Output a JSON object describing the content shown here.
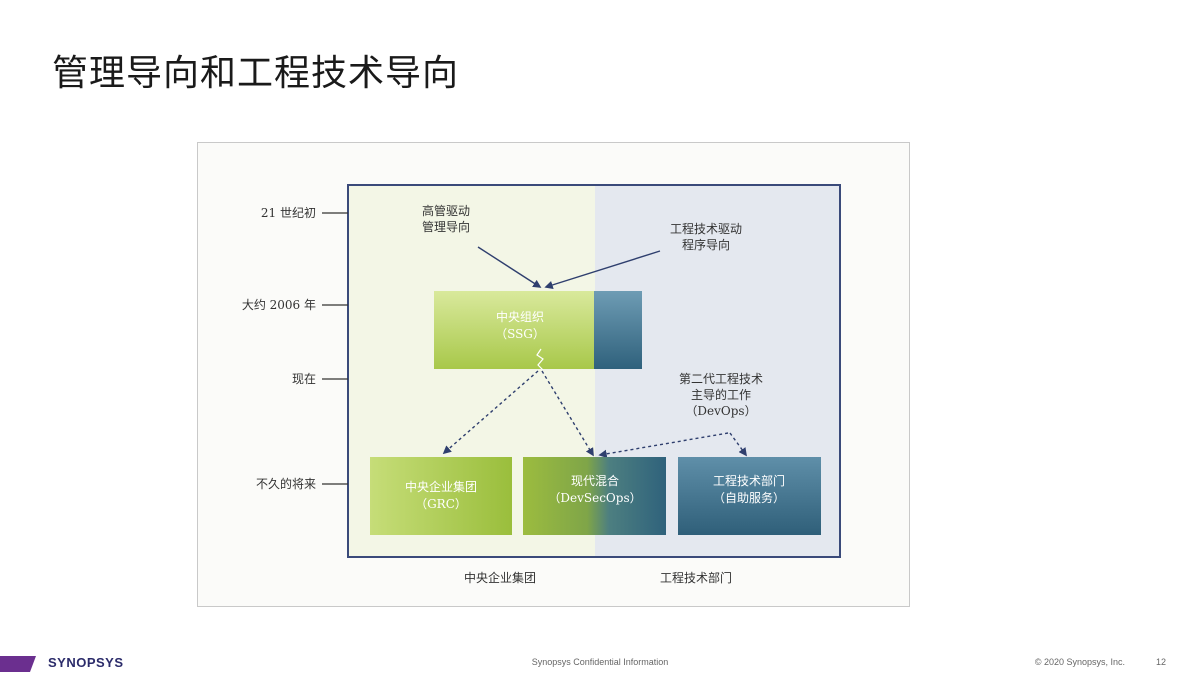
{
  "slide": {
    "title": "管理导向和工程技术导向"
  },
  "timeline": [
    {
      "id": "early21",
      "label": "21 世纪初"
    },
    {
      "id": "y2006",
      "label": "大约 2006 年"
    },
    {
      "id": "now",
      "label": "现在"
    },
    {
      "id": "future",
      "label": "不久的将来"
    }
  ],
  "diagram": {
    "exec_driven": {
      "line1": "高管驱动",
      "line2": "管理导向"
    },
    "eng_driven": {
      "line1": "工程技术驱动",
      "line2": "程序导向"
    },
    "ssg": {
      "line1": "中央组织",
      "line2": "（SSG）"
    },
    "second_gen": {
      "line1": "第二代工程技术",
      "line2": "主导的工作",
      "line3": "（DevOps）"
    },
    "grc": {
      "line1": "中央企业集团",
      "line2": "（GRC）"
    },
    "hybrid": {
      "line1": "现代混合",
      "line2": "（DevSecOps）"
    },
    "eng_dept": {
      "line1": "工程技术部门",
      "line2": "（自助服务）"
    },
    "bottom_left": "中央企业集团",
    "bottom_right": "工程技术部门"
  },
  "colors": {
    "green_light": "#d7e79a",
    "green_dark": "#8fb42d",
    "teal_light": "#5d8ea8",
    "teal_dark": "#2e5f78",
    "left_bg": "#f3f6e6",
    "right_bg": "#e4e8ef",
    "frame_blue": "#3a4a7a"
  },
  "footer": {
    "brand": "SYNOPSYS",
    "confidential": "Synopsys Confidential Information",
    "copyright": "© 2020 Synopsys, Inc.",
    "page": "12"
  }
}
